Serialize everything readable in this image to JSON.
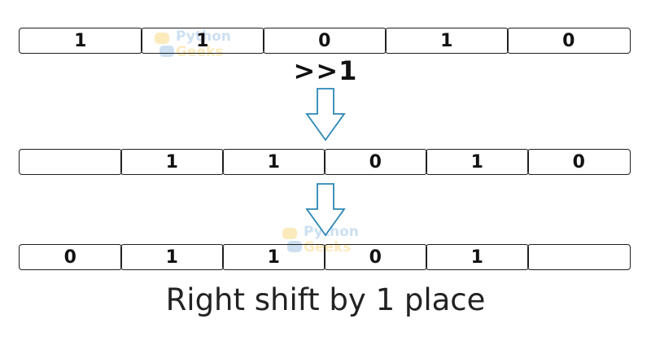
{
  "rows": {
    "original": [
      "1",
      "1",
      "0",
      "1",
      "0"
    ],
    "shifted": [
      "",
      "1",
      "1",
      "0",
      "1",
      "0"
    ],
    "result": [
      "0",
      "1",
      "1",
      "0",
      "1",
      ""
    ]
  },
  "operator": ">>1",
  "caption": "Right shift by 1 place",
  "watermark": {
    "line1": "Python",
    "line2": "Geeks"
  },
  "colors": {
    "cell_border": "#1f1f1f",
    "arrow_stroke": "#2b87b5",
    "watermark_blue": "#6fa8dc",
    "watermark_yellow": "#f5c542"
  },
  "icons": [
    "down-arrow-icon",
    "pythongeeks-logo-icon"
  ]
}
